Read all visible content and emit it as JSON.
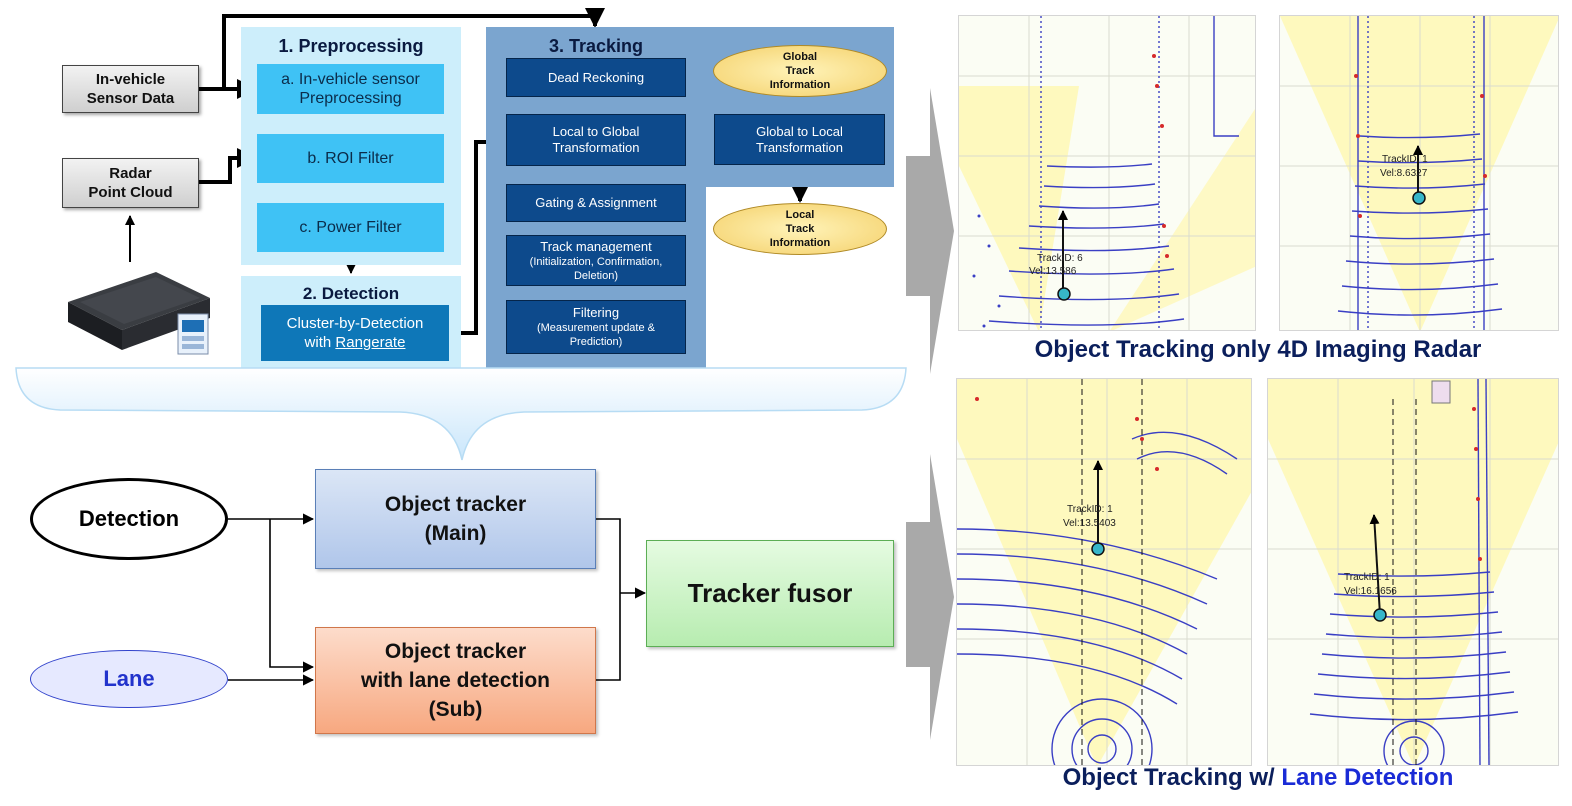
{
  "sensors": {
    "in_vehicle": "In-vehicle\nSensor Data",
    "radar": "Radar\nPoint Cloud"
  },
  "preprocessing": {
    "title": "1. Preprocessing",
    "items": [
      "a. In-vehicle sensor\nPreprocessing",
      "b. ROI Filter",
      "c. Power Filter"
    ]
  },
  "detection": {
    "title": "2. Detection",
    "item_prefix": "Cluster-by-Detection\nwith ",
    "item_underlined": "Rangerate"
  },
  "tracking": {
    "title": "3. Tracking",
    "items": [
      {
        "label": "Dead Reckoning"
      },
      {
        "label": "Local to Global\nTransformation"
      },
      {
        "label": "Gating & Assignment"
      },
      {
        "label": "Track management",
        "sub": "(Initialization, Confirmation,\nDeletion)"
      },
      {
        "label": "Filtering",
        "sub": "(Measurement update &\nPrediction)"
      }
    ],
    "global_info": "Global\nTrack\nInformation",
    "global_to_local": "Global to Local\nTransformation",
    "local_info": "Local\nTrack\nInformation"
  },
  "flow": {
    "detection": "Detection",
    "lane": "Lane",
    "tracker_main": "Object tracker\n(Main)",
    "tracker_sub": "Object tracker\nwith lane detection\n(Sub)",
    "fusor": "Tracker fusor"
  },
  "captions": {
    "top": "Object Tracking only 4D Imaging Radar",
    "bottom_prefix": "Object Tracking w/ ",
    "bottom_highlight": "Lane Detection"
  },
  "plots": [
    {
      "track_id": "TrackID: 6",
      "vel": "Vel:13.586"
    },
    {
      "track_id": "TrackID: 1",
      "vel": "Vel:8.6327"
    },
    {
      "track_id": "TrackID: 1",
      "vel": "Vel:13.5403"
    },
    {
      "track_id": "TrackID: 1",
      "vel": "Vel:16.1656"
    }
  ],
  "colors": {
    "caption": "#0b1f5c",
    "lane_highlight": "#1a2bd6",
    "tracking_box": "#0d4a8c",
    "preprocessing_box": "#3fc2f5"
  }
}
